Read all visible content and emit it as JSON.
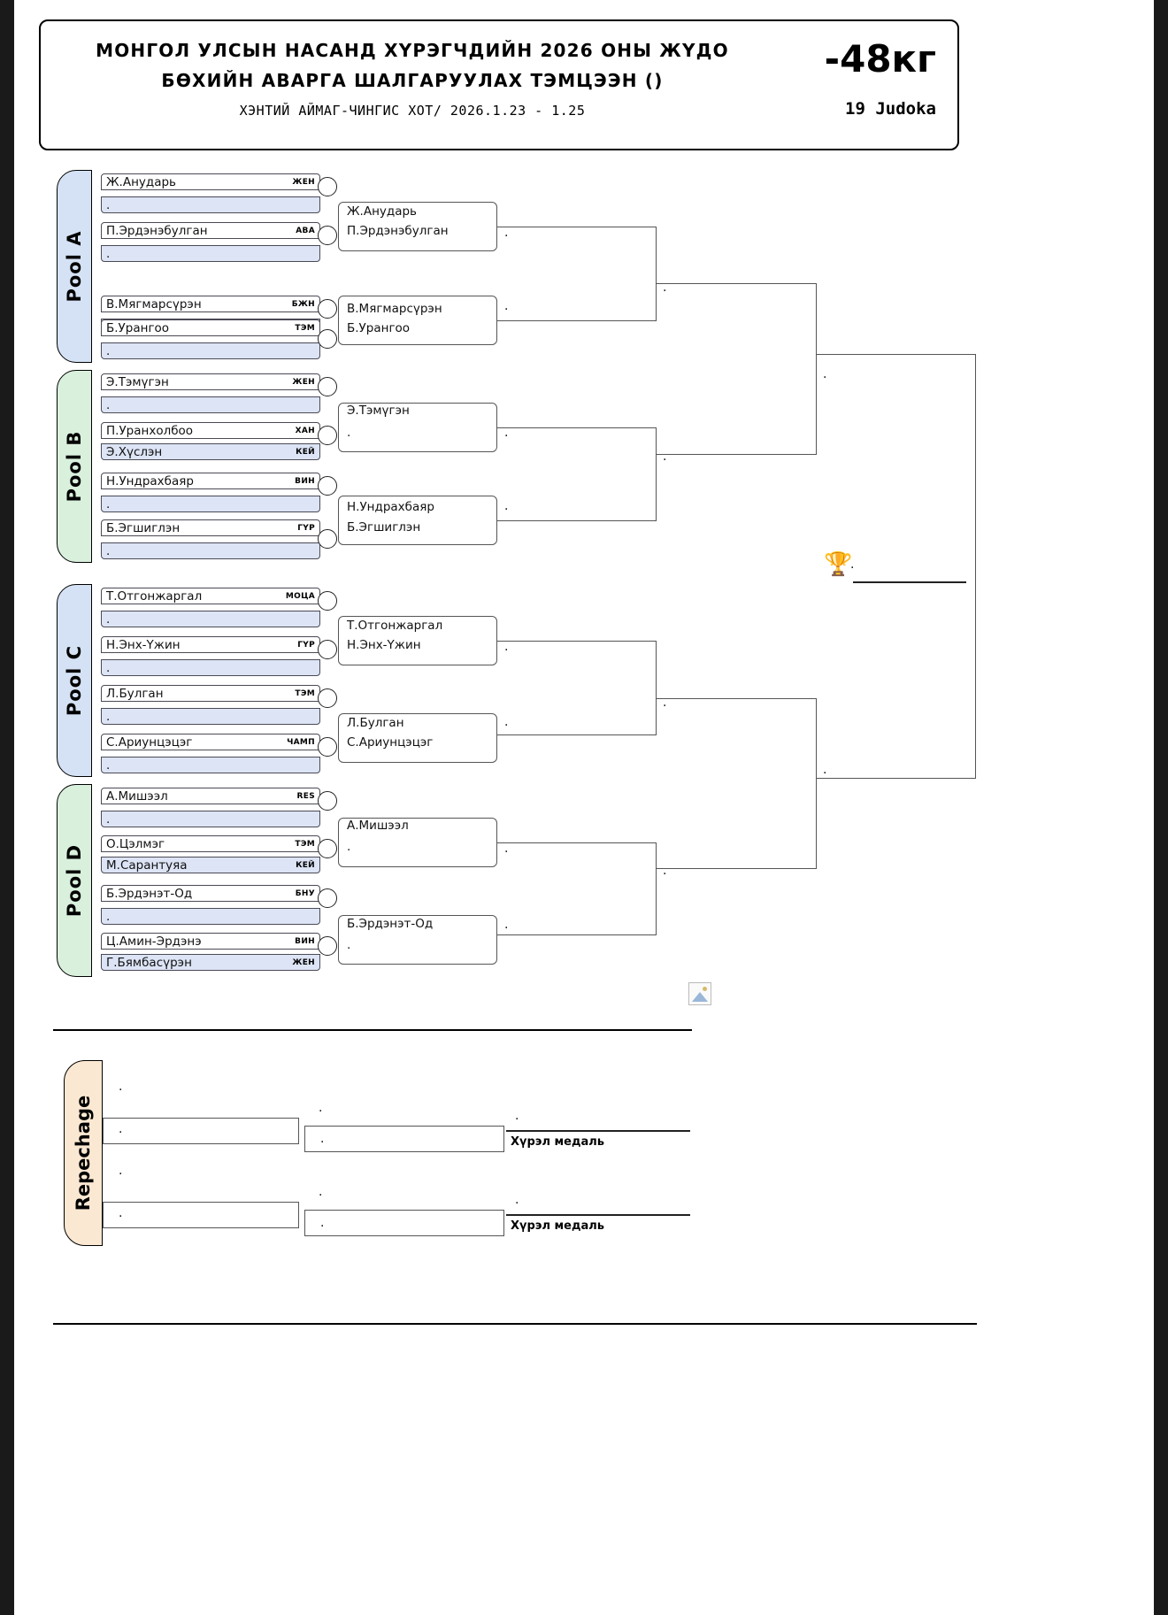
{
  "header": {
    "title_line1": "МОНГОЛ УЛСЫН НАСАНД ХҮРЭГЧДИЙН 2026 ОНЫ ЖҮДО",
    "title_line2": "БӨХИЙН АВАРГА ШАЛГАРУУЛАХ ТЭМЦЭЭН ()",
    "subtitle": "ХЭНТИЙ АЙМАГ-ЧИНГИС ХОТ/ 2026.1.23 - 1.25",
    "weight_class": "-48кг",
    "judoka_count": "19 Judoka"
  },
  "pools": [
    {
      "label": "Pool A",
      "color": "#d5e2f5",
      "entries": [
        {
          "name": "Ж.Анударь",
          "code": "ЖЕН",
          "score": "."
        },
        {
          "name": "П.Эрдэнэбулган",
          "code": "АВА",
          "score": "."
        },
        {
          "name": "В.Мягмарсүрэн",
          "code": "БЖН",
          "score": "."
        },
        {
          "name": "Б.Урангоо",
          "code": "ТЭМ",
          "score": "."
        }
      ]
    },
    {
      "label": "Pool B",
      "color": "#d9f0dd",
      "entries": [
        {
          "name": "Э.Тэмүгэн",
          "code": "ЖЕН",
          "score": "."
        },
        {
          "name": "П.Уранхолбоо",
          "code": "ХАН",
          "score": "Э.Хүслэн",
          "score_code": "КЕЙ"
        },
        {
          "name": "Н.Ундрахбаяр",
          "code": "ВИН",
          "score": "."
        },
        {
          "name": "Б.Эгшиглэн",
          "code": "ГҮР",
          "score": "."
        }
      ]
    },
    {
      "label": "Pool C",
      "color": "#d5e2f5",
      "entries": [
        {
          "name": "Т.Отгонжаргал",
          "code": "МОЦА",
          "score": "."
        },
        {
          "name": "Н.Энх-Үжин",
          "code": "ГҮР",
          "score": "."
        },
        {
          "name": "Л.Булган",
          "code": "ТЭМ",
          "score": "."
        },
        {
          "name": "С.Ариунцэцэг",
          "code": "ЧАМП",
          "score": "."
        }
      ]
    },
    {
      "label": "Pool D",
      "color": "#d9f0dd",
      "entries": [
        {
          "name": "А.Мишээл",
          "code": "RES",
          "score": "."
        },
        {
          "name": "О.Цэлмэг",
          "code": "ТЭМ",
          "score": "М.Сарантуяа",
          "score_code": "КЕЙ"
        },
        {
          "name": "Б.Эрдэнэт-Од",
          "code": "БНУ",
          "score": "."
        },
        {
          "name": "Ц.Амин-Эрдэнэ",
          "code": "ВИН",
          "score": "Г.Бямбасүрэн",
          "score_code": "ЖЕН"
        }
      ]
    }
  ],
  "round2": [
    {
      "top": "Ж.Анударь",
      "bottom": "П.Эрдэнэбулган",
      "result": "."
    },
    {
      "top": "В.Мягмарсүрэн",
      "bottom": "Б.Урангоо",
      "result": "."
    },
    {
      "top": "Э.Тэмүгэн",
      "bottom": ".",
      "result": "."
    },
    {
      "top": "Н.Ундрахбаяр",
      "bottom": "Б.Эгшиглэн",
      "result": "."
    },
    {
      "top": "Т.Отгонжаргал",
      "bottom": "Н.Энх-Үжин",
      "result": "."
    },
    {
      "top": "Л.Булган",
      "bottom": "С.Ариунцэцэг",
      "result": "."
    },
    {
      "top": "А.Мишээл",
      "bottom": ".",
      "result": "."
    },
    {
      "top": "Б.Эрдэнэт-Од",
      "bottom": ".",
      "result": "."
    }
  ],
  "quarterfinals": [
    ".",
    ".",
    ".",
    "."
  ],
  "semifinals": [
    ".",
    "."
  ],
  "final": ".",
  "winner": ".",
  "repechage": {
    "label": "Repechage",
    "entries": [
      ".",
      ".",
      ".",
      "."
    ],
    "round2": [
      ".",
      ".",
      ".",
      "."
    ],
    "results": [
      ".",
      "."
    ],
    "medal_label_1": "Хүрэл медаль",
    "medal_label_2": "Хүрэл медаль"
  }
}
